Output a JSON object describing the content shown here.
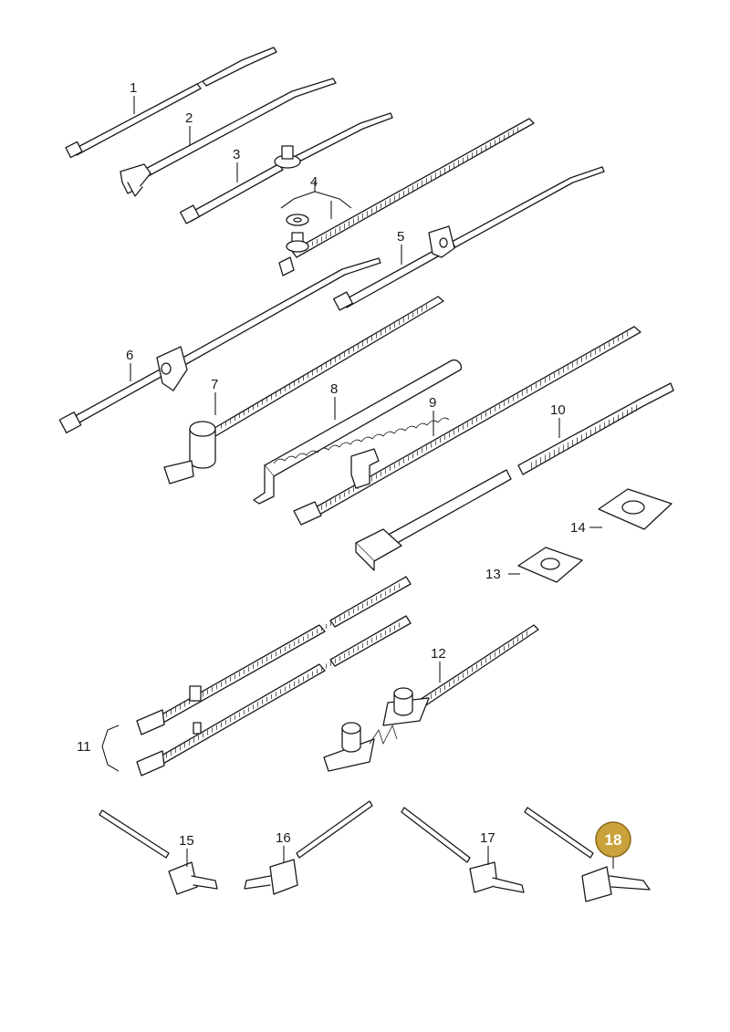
{
  "callouts": [
    {
      "id": "1",
      "label": "1"
    },
    {
      "id": "2",
      "label": "2"
    },
    {
      "id": "3",
      "label": "3"
    },
    {
      "id": "4",
      "label": "4"
    },
    {
      "id": "5",
      "label": "5"
    },
    {
      "id": "6",
      "label": "6"
    },
    {
      "id": "7",
      "label": "7"
    },
    {
      "id": "8",
      "label": "8"
    },
    {
      "id": "9",
      "label": "9"
    },
    {
      "id": "10",
      "label": "10"
    },
    {
      "id": "11",
      "label": "11"
    },
    {
      "id": "12",
      "label": "12"
    },
    {
      "id": "13",
      "label": "13"
    },
    {
      "id": "14",
      "label": "14"
    },
    {
      "id": "15",
      "label": "15"
    },
    {
      "id": "16",
      "label": "16"
    },
    {
      "id": "17",
      "label": "17"
    }
  ],
  "highlight": {
    "label": "18",
    "fill_color": "#c9a23b"
  }
}
